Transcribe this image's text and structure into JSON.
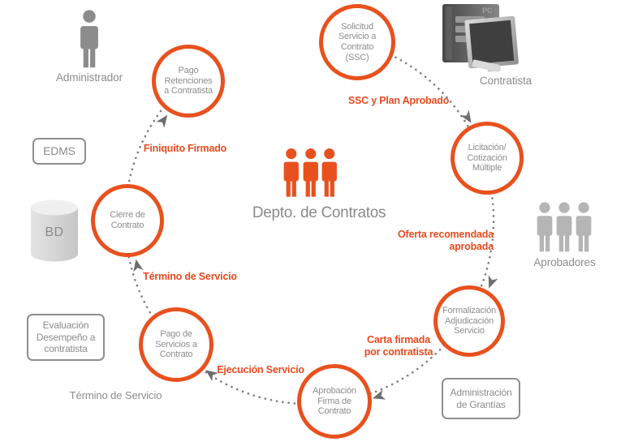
{
  "colors": {
    "accent": "#E8511E",
    "label_red": "#EA4A1E",
    "gray_text": "#8C8C8C",
    "light_gray": "#B5B5B5",
    "dot_gray": "#7D7D7D",
    "arrow_gray": "#6E6E6E",
    "border_gray": "#8F8F8F"
  },
  "center": {
    "title": "Depto. de Contratos"
  },
  "nodes": [
    {
      "id": "ssc",
      "label": "Solicitud\nServicio a\nContrato\n(SSC)"
    },
    {
      "id": "licitacion",
      "label": "Licitación/\nCotización\nMúltiple"
    },
    {
      "id": "formalizacion",
      "label": "Formalización\nAdjudicación\nServicio"
    },
    {
      "id": "aprobacion",
      "label": "Aprobación\nFirma de\nContrato"
    },
    {
      "id": "pago-servicios",
      "label": "Pago de\nServicios a\nContrato"
    },
    {
      "id": "cierre",
      "label": "Cierre de\nContrato"
    },
    {
      "id": "pago-retenciones",
      "label": "Pago\nRetenciones\na Contratista"
    }
  ],
  "edges": {
    "ssc_plan": "SSC y Plan Aprobado",
    "oferta": "Oferta recomendada\naprobada",
    "carta": "Carta firmada\npor contratista",
    "ejecucion": "Ejecución Servicio",
    "termino": "Término de Servicio",
    "finiquito": "Finiquito Firmado"
  },
  "actors": {
    "administrador": "Administrador",
    "contratista": "Contratista",
    "aprobadores": "Aprobadores"
  },
  "artifacts": {
    "edms": "EDMS",
    "bd": "BD",
    "evaluacion": "Evaluación\nDesempeño a\ncontratista",
    "garantias": "Administración\nde Grantías"
  },
  "misc": {
    "termino_gray": "Término de Servicio",
    "pc_label": "PC"
  }
}
